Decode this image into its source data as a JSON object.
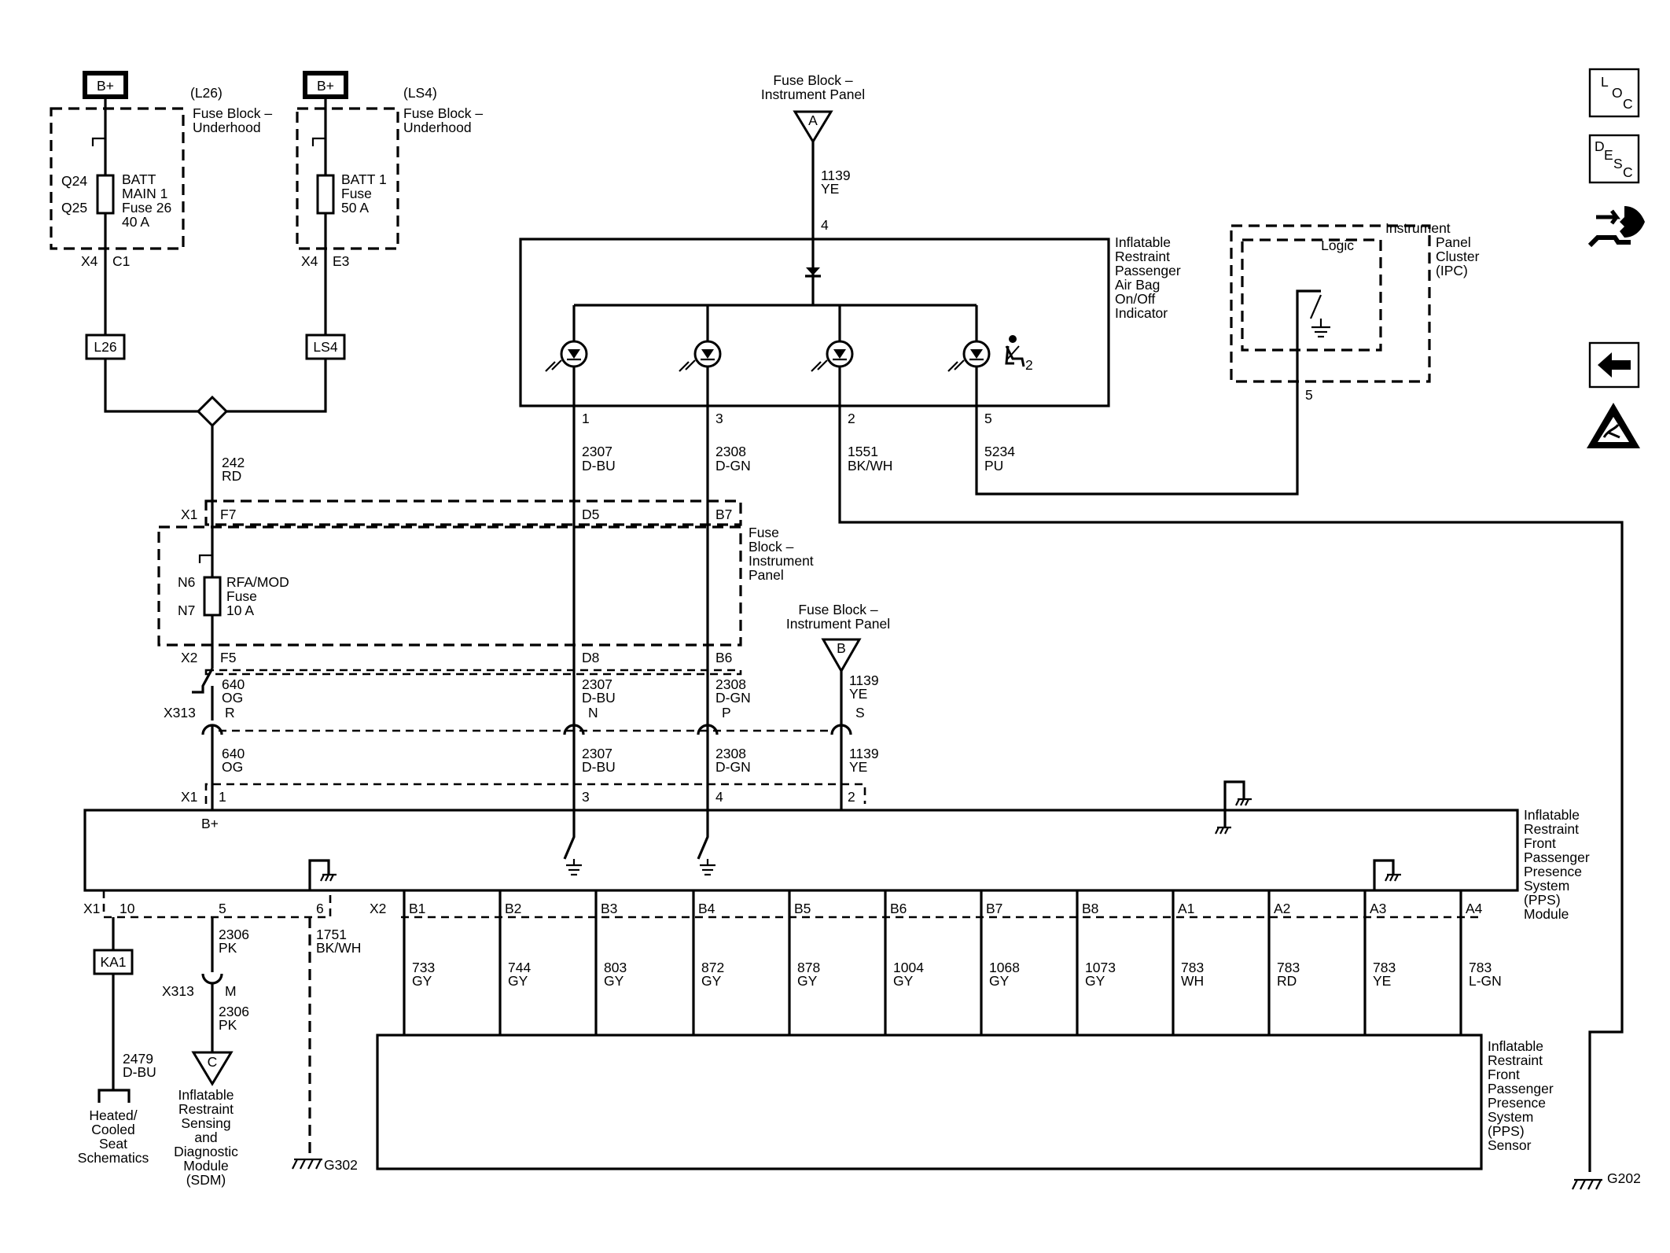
{
  "power_sources": {
    "bplus_1": "B+",
    "bplus_2": "B+",
    "option_1": "(L26)",
    "option_2": "(LS4)",
    "underhood_1": [
      "Fuse Block –",
      "Underhood"
    ],
    "underhood_2": [
      "Fuse Block –",
      "Underhood"
    ],
    "fuse_1": {
      "top_terminal": "Q24",
      "bottom_terminal": "Q25",
      "label": [
        "BATT",
        "MAIN 1",
        "Fuse 26",
        "40 A"
      ]
    },
    "fuse_2": {
      "label": [
        "BATT 1",
        "Fuse",
        "50 A"
      ]
    },
    "connector_1": [
      "X4",
      "C1"
    ],
    "connector_2": [
      "X4",
      "E3"
    ],
    "option_box_1": "L26",
    "option_box_2": "LS4",
    "splice_wire": [
      "242",
      "RD"
    ]
  },
  "fuse_block_ip_top": {
    "title": [
      "Fuse Block –",
      "Instrument Panel"
    ],
    "connector": "A",
    "wire": [
      "1139",
      "YE"
    ],
    "pin": "4"
  },
  "airbag_indicator": {
    "label": [
      "Inflatable",
      "Restraint",
      "Passenger",
      "Air Bag",
      "On/Off",
      "Indicator"
    ],
    "icon_suffix": "2",
    "pins": [
      "1",
      "3",
      "2",
      "5"
    ],
    "wires": [
      [
        "2307",
        "D-BU"
      ],
      [
        "2308",
        "D-GN"
      ],
      [
        "1551",
        "BK/WH"
      ],
      [
        "5234",
        "PU"
      ]
    ]
  },
  "ipc": {
    "label": [
      "Instrument",
      "Panel",
      "Cluster",
      "(IPC)"
    ],
    "logic": "Logic",
    "pin": "5"
  },
  "fuse_block_ip_mid": {
    "label": [
      "Fuse",
      "Block –",
      "Instrument",
      "Panel"
    ],
    "x1": [
      "X1",
      "F7",
      "D5",
      "B7"
    ],
    "fuse": {
      "top_terminal": "N6",
      "bottom_terminal": "N7",
      "label": [
        "RFA/MOD",
        "Fuse",
        "10 A"
      ]
    },
    "x2": [
      "X2",
      "F5",
      "D8",
      "B6"
    ]
  },
  "fuse_block_ip_b": {
    "title": [
      "Fuse Block –",
      "Instrument Panel"
    ],
    "connector": "B"
  },
  "wires_upper": [
    [
      "640",
      "OG"
    ],
    [
      "2307",
      "D-BU"
    ],
    [
      "2308",
      "D-GN"
    ],
    [
      "1139",
      "YE"
    ]
  ],
  "x313": {
    "name": "X313",
    "pins": [
      "R",
      "N",
      "P",
      "S"
    ]
  },
  "wires_lower": [
    [
      "640",
      "OG"
    ],
    [
      "2307",
      "D-BU"
    ],
    [
      "2308",
      "D-GN"
    ],
    [
      "1139",
      "YE"
    ]
  ],
  "pps_module": {
    "x1_top": [
      "X1",
      "1",
      "3",
      "4",
      "2"
    ],
    "bplus": "B+",
    "label": [
      "Inflatable",
      "Restraint",
      "Front",
      "Passenger",
      "Presence",
      "System",
      "(PPS)",
      "Module"
    ],
    "x1_bottom": [
      "X1",
      "10",
      "5",
      "6"
    ],
    "x2": "X2",
    "x2_pins": [
      "B1",
      "B2",
      "B3",
      "B4",
      "B5",
      "B6",
      "B7",
      "B8",
      "A1",
      "A2",
      "A3",
      "A4"
    ]
  },
  "sensor_wires": [
    [
      "733",
      "GY"
    ],
    [
      "744",
      "GY"
    ],
    [
      "803",
      "GY"
    ],
    [
      "872",
      "GY"
    ],
    [
      "878",
      "GY"
    ],
    [
      "1004",
      "GY"
    ],
    [
      "1068",
      "GY"
    ],
    [
      "1073",
      "GY"
    ],
    [
      "783",
      "WH"
    ],
    [
      "783",
      "RD"
    ],
    [
      "783",
      "YE"
    ],
    [
      "783",
      "L-GN"
    ]
  ],
  "pps_sensor": {
    "label": [
      "Inflatable",
      "Restraint",
      "Front",
      "Passenger",
      "Presence",
      "System",
      "(PPS)",
      "Sensor"
    ]
  },
  "bottom": {
    "ka1": "KA1",
    "wire_2479": [
      "2479",
      "D-BU"
    ],
    "heated_seat": [
      "Heated/",
      "Cooled",
      "Seat",
      "Schematics"
    ],
    "wire_2306_a": [
      "2306",
      "PK"
    ],
    "x313": "X313",
    "x313_pin": "M",
    "wire_2306_b": [
      "2306",
      "PK"
    ],
    "connector_c": "C",
    "sdm": [
      "Inflatable",
      "Restraint",
      "Sensing",
      "and",
      "Diagnostic",
      "Module",
      "(SDM)"
    ],
    "wire_1751": [
      "1751",
      "BK/WH"
    ],
    "ground_1": "G302",
    "ground_2": "G202"
  },
  "nav": {
    "loc": [
      "L",
      "O",
      "C"
    ],
    "desc": [
      "D",
      "E",
      "S",
      "C"
    ]
  }
}
